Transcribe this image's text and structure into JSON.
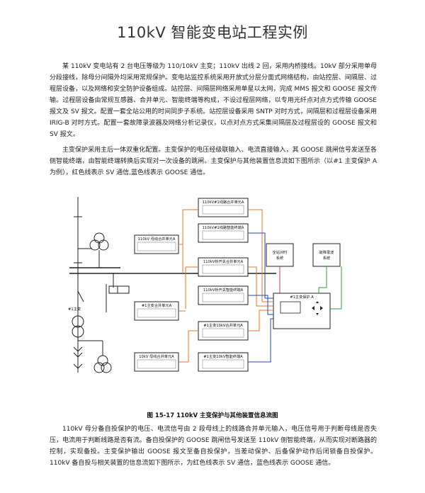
{
  "page": {
    "title": "110kV 智能变电站工程实例",
    "paragraphs": [
      "某 110kV 变电站有 2 台电压等级为 110/10kV 主变；110kV 出线 2 回，采用内桥接线。10kV 部分采用单母分段接线，除母分间隔外均采用常规保护。变电站监控系统采用开放式分层分面式网络结构，由站控层、间隔层、过程层设备，以及网络和安全防护设备组成。站控层、间隔层网络采用单星以太网，完成 MMS 报文和 GOOSE 报文传输。过程层设备由常规互感器、合并单元、智能终端等构成，不设过程层网络，以专用光纤点对点方式传输 GOOSE 报文及 SV 报文。配置一套全站公用的时间同步子系统。站控层设备采用 SNTP 对时方式，间隔层和过程层设备采用 IRIG-B 对时方式。配置一套故障录波器及网络分析记录仪，以点对点方式采集间隔层及过程层设的 GOOSE 报文和 SV 报文。",
      "主变保护采用主后一体双重化配置。主变保护的电压经级联输入、电流直接输入，其 GOOSE 跳闸信号发送至各侧智能终端，由智能终端转换后实现对一次设备的跳闸。主变保护与其他装置信息流如下图所示（以#1 主变保护 A 为例），红色线表示 SV 通信,蓝色线表示 GOOSE 通信。",
      "110kV 母分备自投保护的电压、电流信号由 2 段母线上的线路合并单元输入，电压信号用于判断母线是否失压，电流用于判断线路是否有流。备自投保护的 GOOSE 跳闸信号发送至 110kV 侧智能终端，从而实现对断路器的控制，实现备投。主变保护输出 GOOSE 报文至备自投保护，当差动保护、后备保护动作后闭锁备自投保护。110kV 备自投与相关装置的信息流如下图所示，为红色线表示 SV 通信，蓝色线表示 GOOSE 通信。"
    ]
  },
  "figure": {
    "caption": "图 15-17 110kV 主变保护与其他装置信息流图",
    "boxes": {
      "line1_mu": "110kV#1线路合并单元A",
      "line1_it": "110kV#1线路智能终端A",
      "bus_mu": "110kV 母线合并单元A",
      "bridge_mu": "110kV桥开关合并单元A",
      "bridge_it": "110kV桥开关智能终端A",
      "tx1_mu": "#1主变合并单元A",
      "tx10_mu": "#1主变10kV合并单元A",
      "bus10_mu": "10kV 母线合并单元A",
      "tx10_it": "#1主变10kV智能终端A",
      "time_sync": "全站对时\n系统",
      "fault_rec": "故障录波\n系统",
      "protection": "#1主变保护 A"
    },
    "transformer_label": "#1主变",
    "legend": {
      "sv_color": "#e8762b",
      "goose_color": "#2b45a8",
      "sync_color": "#d4327a",
      "rec_color": "#3c9a3c"
    }
  }
}
